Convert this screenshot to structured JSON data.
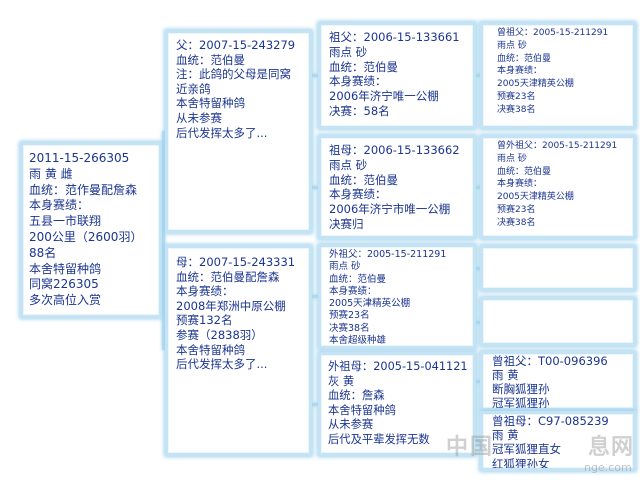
{
  "colors": {
    "text": "#1b3590",
    "box_border": "#c4e4f5",
    "box_glow": "#9fd1eb",
    "background": "#ffffff",
    "watermark": "#969696"
  },
  "subject": {
    "lines": [
      "2011-15-266305",
      "雨 黄 雌",
      "血统：范作曼配詹森",
      "本身赛绩：",
      "五县一市联翔",
      "200公里（2600羽）",
      "88名",
      "本舍特留种鸽",
      "同窝226305",
      "多次高位入赏"
    ]
  },
  "father": {
    "lines": [
      "父：2007-15-243279",
      "血统：范伯曼",
      "注：此鸽的父母是同窝",
      "近亲鸽",
      "本舍特留种鸽",
      "从未参赛",
      "后代发挥太多了..."
    ]
  },
  "mother": {
    "lines": [
      "母：2007-15-243331",
      "血统：范伯曼配詹森",
      "本身赛绩：",
      "2008年郑洲中原公棚",
      "预赛132名",
      "参赛（2838羽）",
      "本舍特留种鸽",
      "后代发挥太多了..."
    ]
  },
  "paternal_grandfather": {
    "lines": [
      "祖父：2006-15-133661",
      "雨点 砂",
      "血统：范伯曼",
      "本身赛绩：",
      "2006年济宁唯一公棚",
      "决赛：58名"
    ]
  },
  "paternal_grandmother": {
    "lines": [
      "祖母：2006-15-133662",
      "雨点 砂",
      "血统：范伯曼",
      "本身赛绩：",
      "2006年济宁市唯一公棚",
      "决赛归"
    ]
  },
  "maternal_grandfather": {
    "lines": [
      "外祖父：2005-15-211291",
      "雨点 砂",
      "血统：范伯曼",
      "本身赛绩：",
      "2005天津精英公棚",
      "预赛23名",
      "决赛38名",
      "本舍超级种雄"
    ]
  },
  "maternal_grandmother": {
    "lines": [
      "外祖母：2005-15-041121",
      "灰 黄",
      "血统：詹森",
      "本舍特留种鸽",
      "从未参赛",
      "后代及平辈发挥无数"
    ]
  },
  "great_grandparent_a": {
    "lines": [
      "曾祖父：2005-15-211291",
      "雨点 砂",
      "血统：范伯曼",
      "本身赛绩：",
      "2005天津精英公棚",
      "预赛23名",
      "决赛38名"
    ]
  },
  "great_grandparent_b": {
    "lines": [
      "曾外祖父：2005-15-211291",
      "雨点 砂",
      "血统：范伯曼",
      "本身赛绩：",
      "2005天津精英公棚",
      "预赛23名",
      "决赛38名"
    ]
  },
  "great_grandparent_e": {
    "lines": [
      "曾祖父：T00-096396",
      "雨 黄",
      "断胸狐狸孙",
      "冠军狐狸孙"
    ]
  },
  "great_grandparent_f": {
    "lines": [
      "曾祖母：C97-085239",
      "雨 黄",
      "冠军狐狸直女",
      "红狐狸孙女"
    ]
  },
  "watermark": {
    "left": "中国",
    "right": "息网",
    "url": "nge.com"
  }
}
